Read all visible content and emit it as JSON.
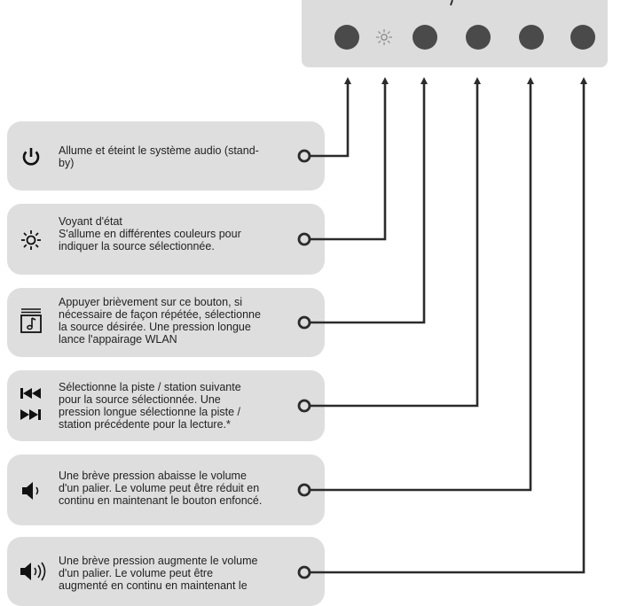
{
  "panel": {
    "buttons": [
      "power-button",
      "status-led",
      "source-button",
      "track-button",
      "volume-down-button",
      "volume-up-button"
    ]
  },
  "items": [
    {
      "icon": "power-icon",
      "lines": [
        "Allume et éteint le système audio (stand-",
        "by)"
      ]
    },
    {
      "icon": "sun-icon",
      "lines": [
        "Voyant d'état",
        "S'allume en différentes couleurs pour",
        "indiquer la source sélectionnée."
      ]
    },
    {
      "icon": "music-source-icon",
      "lines": [
        "Appuyer brièvement sur ce bouton, si",
        "nécessaire de façon répétée, sélectionne",
        "la source désirée. Une pression longue",
        "lance l'appairage WLAN"
      ]
    },
    {
      "icon": "skip-icon",
      "lines": [
        "Sélectionne la piste / station suivante",
        "pour la source sélectionnée. Une",
        "pression longue sélectionne la piste /",
        "station précédente pour la lecture.*"
      ]
    },
    {
      "icon": "volume-down-icon",
      "lines": [
        "Une brève pression abaisse le volume",
        "d'un palier. Le volume peut être réduit en",
        "continu en maintenant le bouton enfoncé."
      ]
    },
    {
      "icon": "volume-up-icon",
      "lines": [
        "Une brève pression augmente le volume",
        "d'un palier. Le volume peut être",
        "augmenté en continu en maintenant le"
      ]
    }
  ],
  "colors": {
    "box": "#dedede",
    "panel": "#dcdcdc",
    "button": "#4a4a4a",
    "line": "#2b2b2b"
  }
}
